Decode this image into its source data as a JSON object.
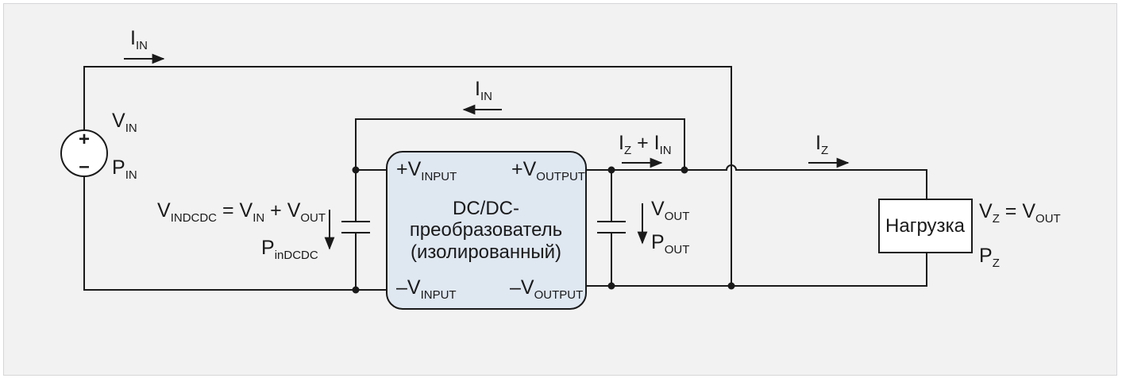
{
  "colors": {
    "background": "#f2f2f3",
    "border": "#d6d6d8",
    "wire": "#1a1a1a",
    "converter_fill": "#dfe7f1",
    "box_fill": "#ffffff"
  },
  "source": {
    "plus": "+",
    "minus": "–",
    "voltage": {
      "main": "V",
      "sub": "IN"
    },
    "power": {
      "main": "P",
      "sub": "IN"
    }
  },
  "currents": {
    "top_loop": {
      "main": "I",
      "sub": "IN"
    },
    "inner_loop": {
      "main": "I",
      "sub": "IN"
    },
    "sum": {
      "a": "I",
      "a_sub": "Z",
      "plus": " + I",
      "b_sub": "IN"
    },
    "load": {
      "main": "I",
      "sub": "Z"
    }
  },
  "converter": {
    "line1": "DC/DC-",
    "line2": "преобразователь",
    "line3": "(изолированный)",
    "plus_input": {
      "main": "+V",
      "sub": "INPUT"
    },
    "plus_output": {
      "main": "+V",
      "sub": "OUTPUT"
    },
    "minus_input": {
      "main": "–V",
      "sub": "INPUT"
    },
    "minus_output": {
      "main": "–V",
      "sub": "OUTPUT"
    }
  },
  "input_side": {
    "voltage_eq": {
      "a": "V",
      "a_sub": "INDCDC",
      "eq": " = V",
      "b_sub": "IN",
      "plus": " + V",
      "c_sub": "OUT"
    },
    "power": {
      "main": "P",
      "sub": "inDCDC"
    }
  },
  "output_side": {
    "voltage": {
      "main": "V",
      "sub": "OUT"
    },
    "power": {
      "main": "P",
      "sub": "OUT"
    }
  },
  "load": {
    "label": "Нагрузка",
    "voltage_eq": {
      "a": "V",
      "a_sub": "Z",
      "eq": " = V",
      "b_sub": "OUT"
    },
    "power": {
      "main": "P",
      "sub": "Z"
    }
  }
}
